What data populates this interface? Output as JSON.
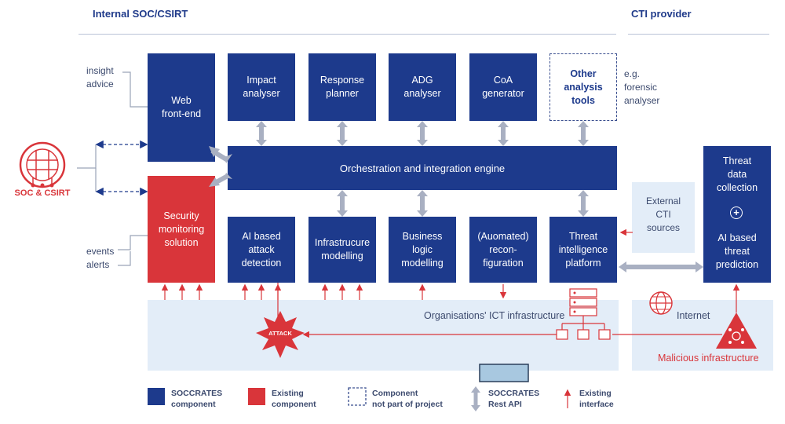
{
  "headers": {
    "left": "Internal SOC/CSIRT",
    "right": "CTI provider"
  },
  "soc": {
    "label": "SOC & CSIRT"
  },
  "side_labels": {
    "insight": "insight\nadvice",
    "events": "events\nalerts",
    "example": "e.g.\nforensic\nanalyser"
  },
  "boxes": {
    "web": "Web\nfront-end",
    "impact": "Impact\nanalyser",
    "response": "Response\nplanner",
    "adg": "ADG\nanalyser",
    "coa": "CoA\ngenerator",
    "other": "Other\nanalysis\ntools",
    "orchestration": "Orchestration and integration engine",
    "security": "Security\nmonitoring\nsolution",
    "ai_attack": "AI based\nattack\ndetection",
    "infra": "Infrastrucure\nmodelling",
    "business": "Business\nlogic\nmodelling",
    "reconfig": "(Auomated)\nrecon-\nfiguration",
    "tip": "Threat\nintelligence\nplatform",
    "external_cti": "External\nCTI\nsources",
    "threat_data": "Threat\ndata\ncollection",
    "plus": "+",
    "ai_threat": "AI based\nthreat\nprediction"
  },
  "infra_labels": {
    "ict": "Organisations' ICT infrastructure",
    "internet": "Internet",
    "malicious": "Malicious infrastructure",
    "attack": "ATTACK"
  },
  "legend": {
    "soccrates": "SOCCRATES\ncomponent",
    "existing": "Existing\ncomponent",
    "notpart": "Component\nnot part of project",
    "api": "SOCCRATES\nRest API",
    "interface": "Existing\ninterface"
  },
  "colors": {
    "blue": "#1d3a8c",
    "red": "#d9353a",
    "band": "#e3edf8",
    "arrow": "#a9b0c2"
  }
}
